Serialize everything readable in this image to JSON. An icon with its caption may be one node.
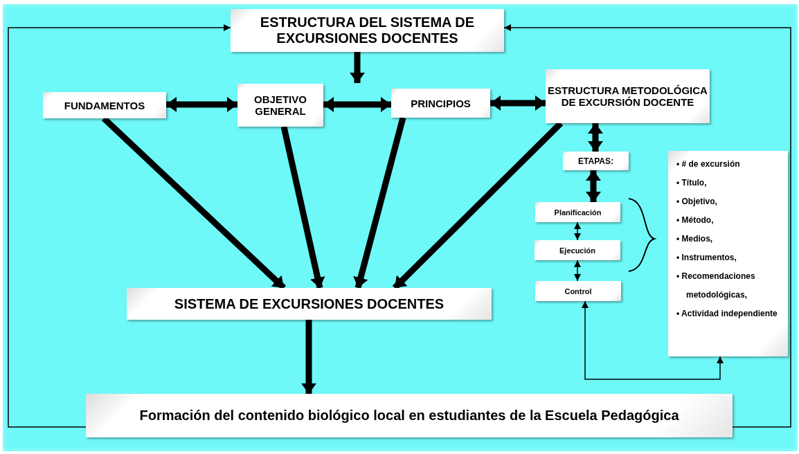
{
  "diagram": {
    "nodes": [
      {
        "text": [
          "ESTRUCTURA DEL SISTEMA DE EXCURSIONES DOCENTES"
        ]
      },
      {
        "text": [
          "FUNDAMENTOS"
        ]
      },
      {
        "text": [
          "OBJETIVO GENERAL"
        ]
      },
      {
        "text": [
          "PRINCIPIOS"
        ]
      },
      {
        "text": [
          "ESTRUCTURA METODOLÓGICA DE EXCURSIÓN DOCENTE"
        ]
      },
      {
        "text": [
          "ETAPAS:"
        ]
      },
      {
        "text": [
          "Planificación"
        ]
      },
      {
        "text": [
          "Ejecución"
        ]
      },
      {
        "text": [
          "Control"
        ]
      },
      {
        "text": [
          "• # de excursión",
          "• Título,",
          "• Objetivo,",
          "• Método,",
          "• Medios,",
          "• Instrumentos,",
          "• Recomendaciones metodológicas,",
          "• Actividad independiente"
        ]
      },
      {
        "text": [
          "SISTEMA DE EXCURSIONES DOCENTES"
        ]
      },
      {
        "text": [
          "Formación del contenido biológico local en estudiantes de la Escuela Pedagógica"
        ]
      }
    ],
    "edges": [
      {
        "from": 0,
        "to": null,
        "arrow": "to"
      },
      {
        "from": 1,
        "to": 2,
        "arrow": "both"
      },
      {
        "from": 2,
        "to": 3,
        "arrow": "both"
      },
      {
        "from": 3,
        "to": 4,
        "arrow": "both"
      },
      {
        "from": 1,
        "to": 10,
        "arrow": "to"
      },
      {
        "from": 2,
        "to": 10,
        "arrow": "to"
      },
      {
        "from": 3,
        "to": 10,
        "arrow": "to"
      },
      {
        "from": 4,
        "to": 10,
        "arrow": "to"
      },
      {
        "from": 4,
        "to": 5,
        "arrow": "both"
      },
      {
        "from": 5,
        "to": 6,
        "arrow": "both"
      },
      {
        "from": 6,
        "to": 7,
        "arrow": "both"
      },
      {
        "from": 7,
        "to": 8,
        "arrow": "both"
      },
      {
        "from": 8,
        "to": 9,
        "arrow": "both"
      },
      {
        "from": 10,
        "to": 11,
        "arrow": "to"
      },
      {
        "from": 11,
        "to": 0,
        "arrow": "to"
      },
      {
        "from": 11,
        "to": 0,
        "arrow": "to"
      }
    ]
  }
}
